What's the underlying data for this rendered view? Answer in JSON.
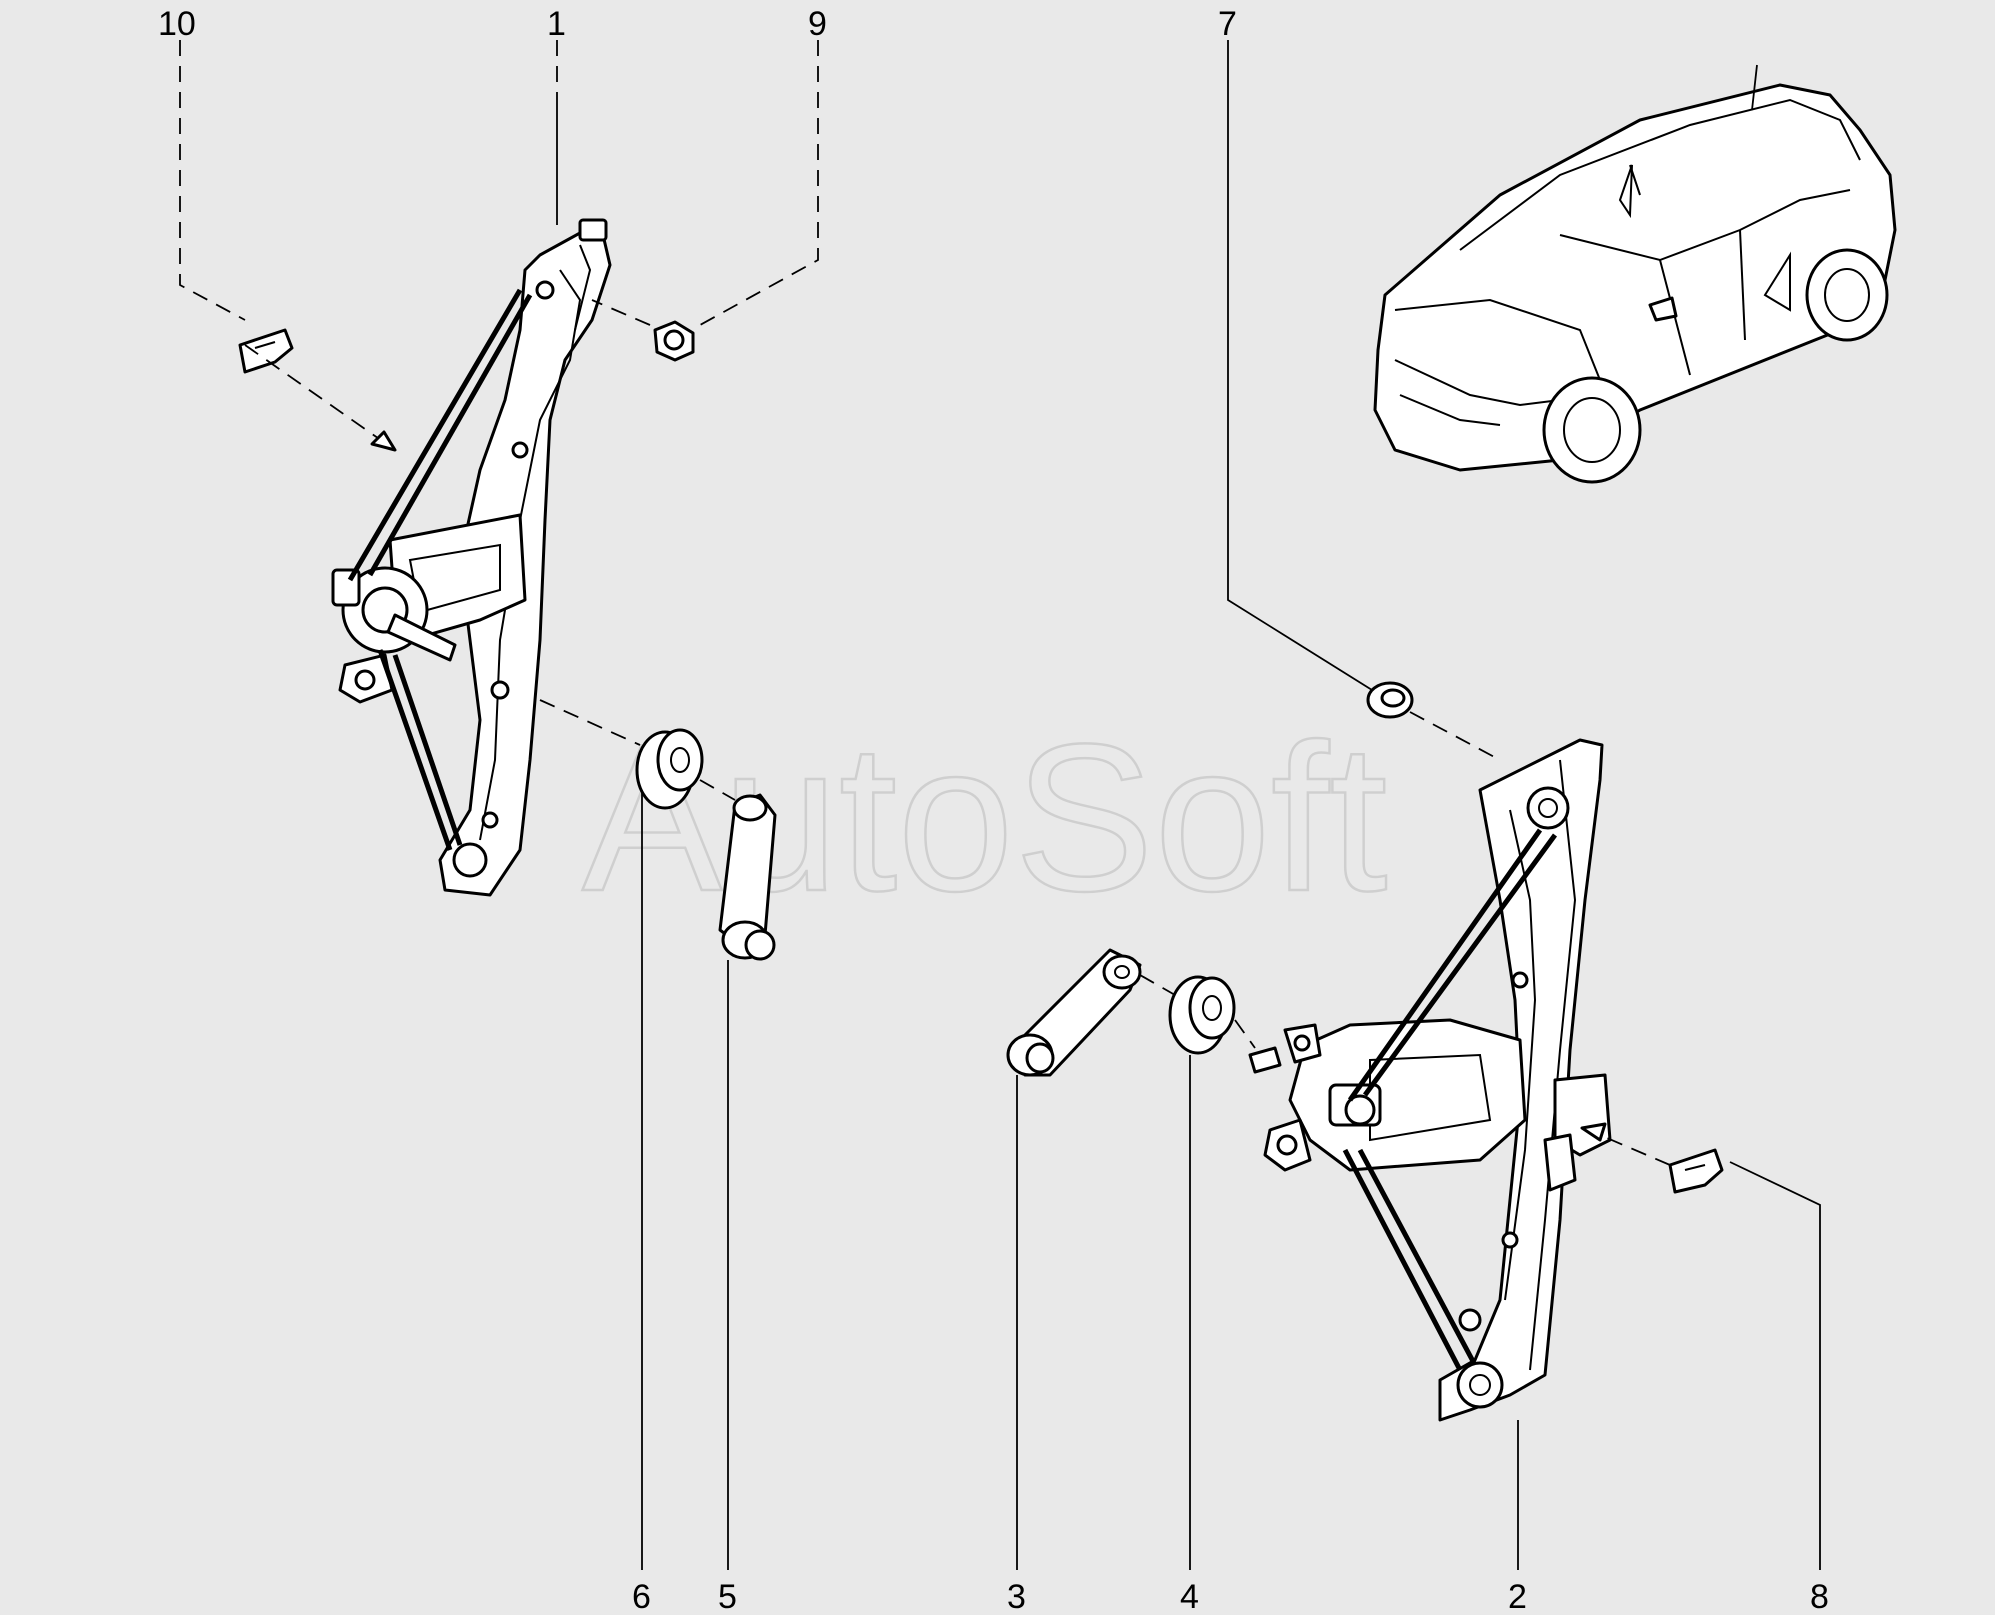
{
  "callouts": {
    "c1": "1",
    "c2": "2",
    "c3": "3",
    "c4": "4",
    "c5": "5",
    "c6": "6",
    "c7": "7",
    "c8": "8",
    "c9": "9",
    "c10": "10"
  },
  "watermark": "AutoSoft",
  "colors": {
    "background": "#e9e9e9",
    "line": "#000000",
    "part_fill": "#ffffff",
    "watermark": "#cfcfcf"
  }
}
